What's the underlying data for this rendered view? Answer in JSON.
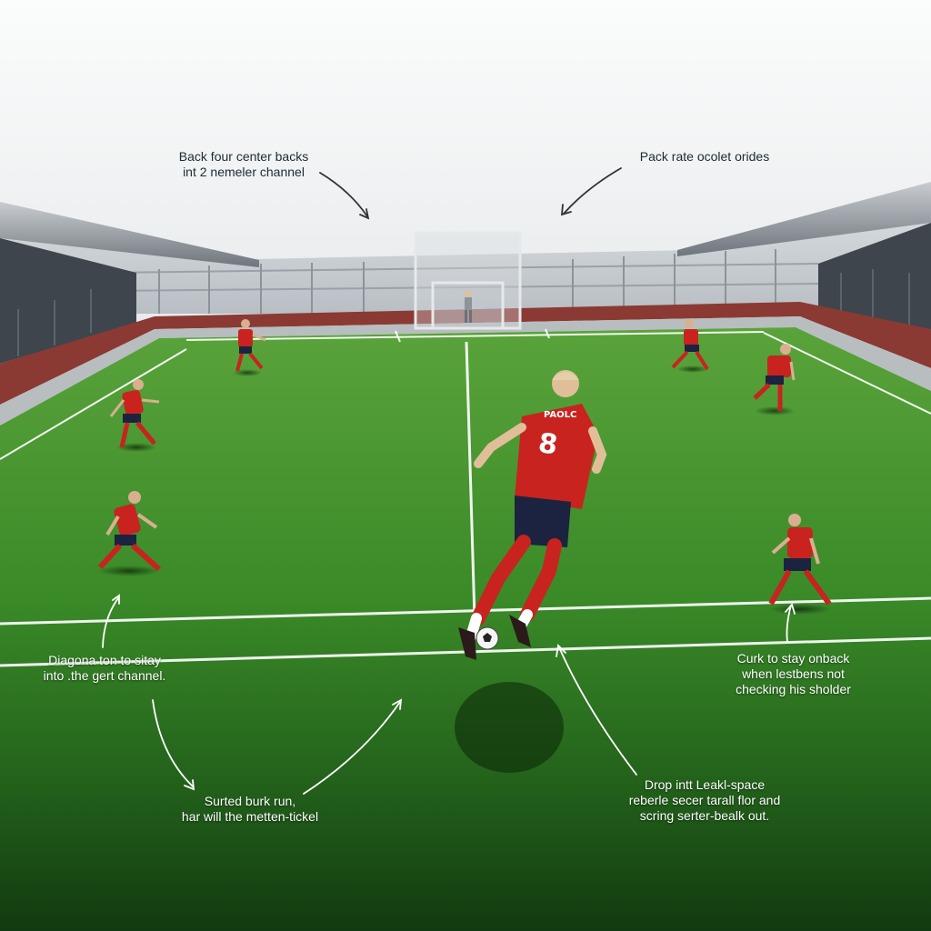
{
  "annotations": {
    "top_left": "Back four center backs\nint 2 nemeler channel",
    "top_right": "Pack rate ocolet orides",
    "mid_left": "Diagona ton to sitay\ninto .the gert channel.",
    "bottom_left": "Surted burk run,\nhar will the metten-tickel",
    "mid_right": "Curk to stay onback\nwhen lestbens not\nchecking his sholder",
    "bottom_right": "Drop intt Leakl-space\nreberle secer tarall flor and\nscring serter-bealk out."
  },
  "jersey": {
    "name": "PAOLC",
    "number": "8"
  },
  "colors": {
    "sky": "#eef0f1",
    "pitch": "#3f8e2c",
    "pitch_dark": "#163d12",
    "line": "#ffffff",
    "kit_red": "#c8231f",
    "shorts_navy": "#1b2340",
    "wall": "#8a3a33"
  }
}
